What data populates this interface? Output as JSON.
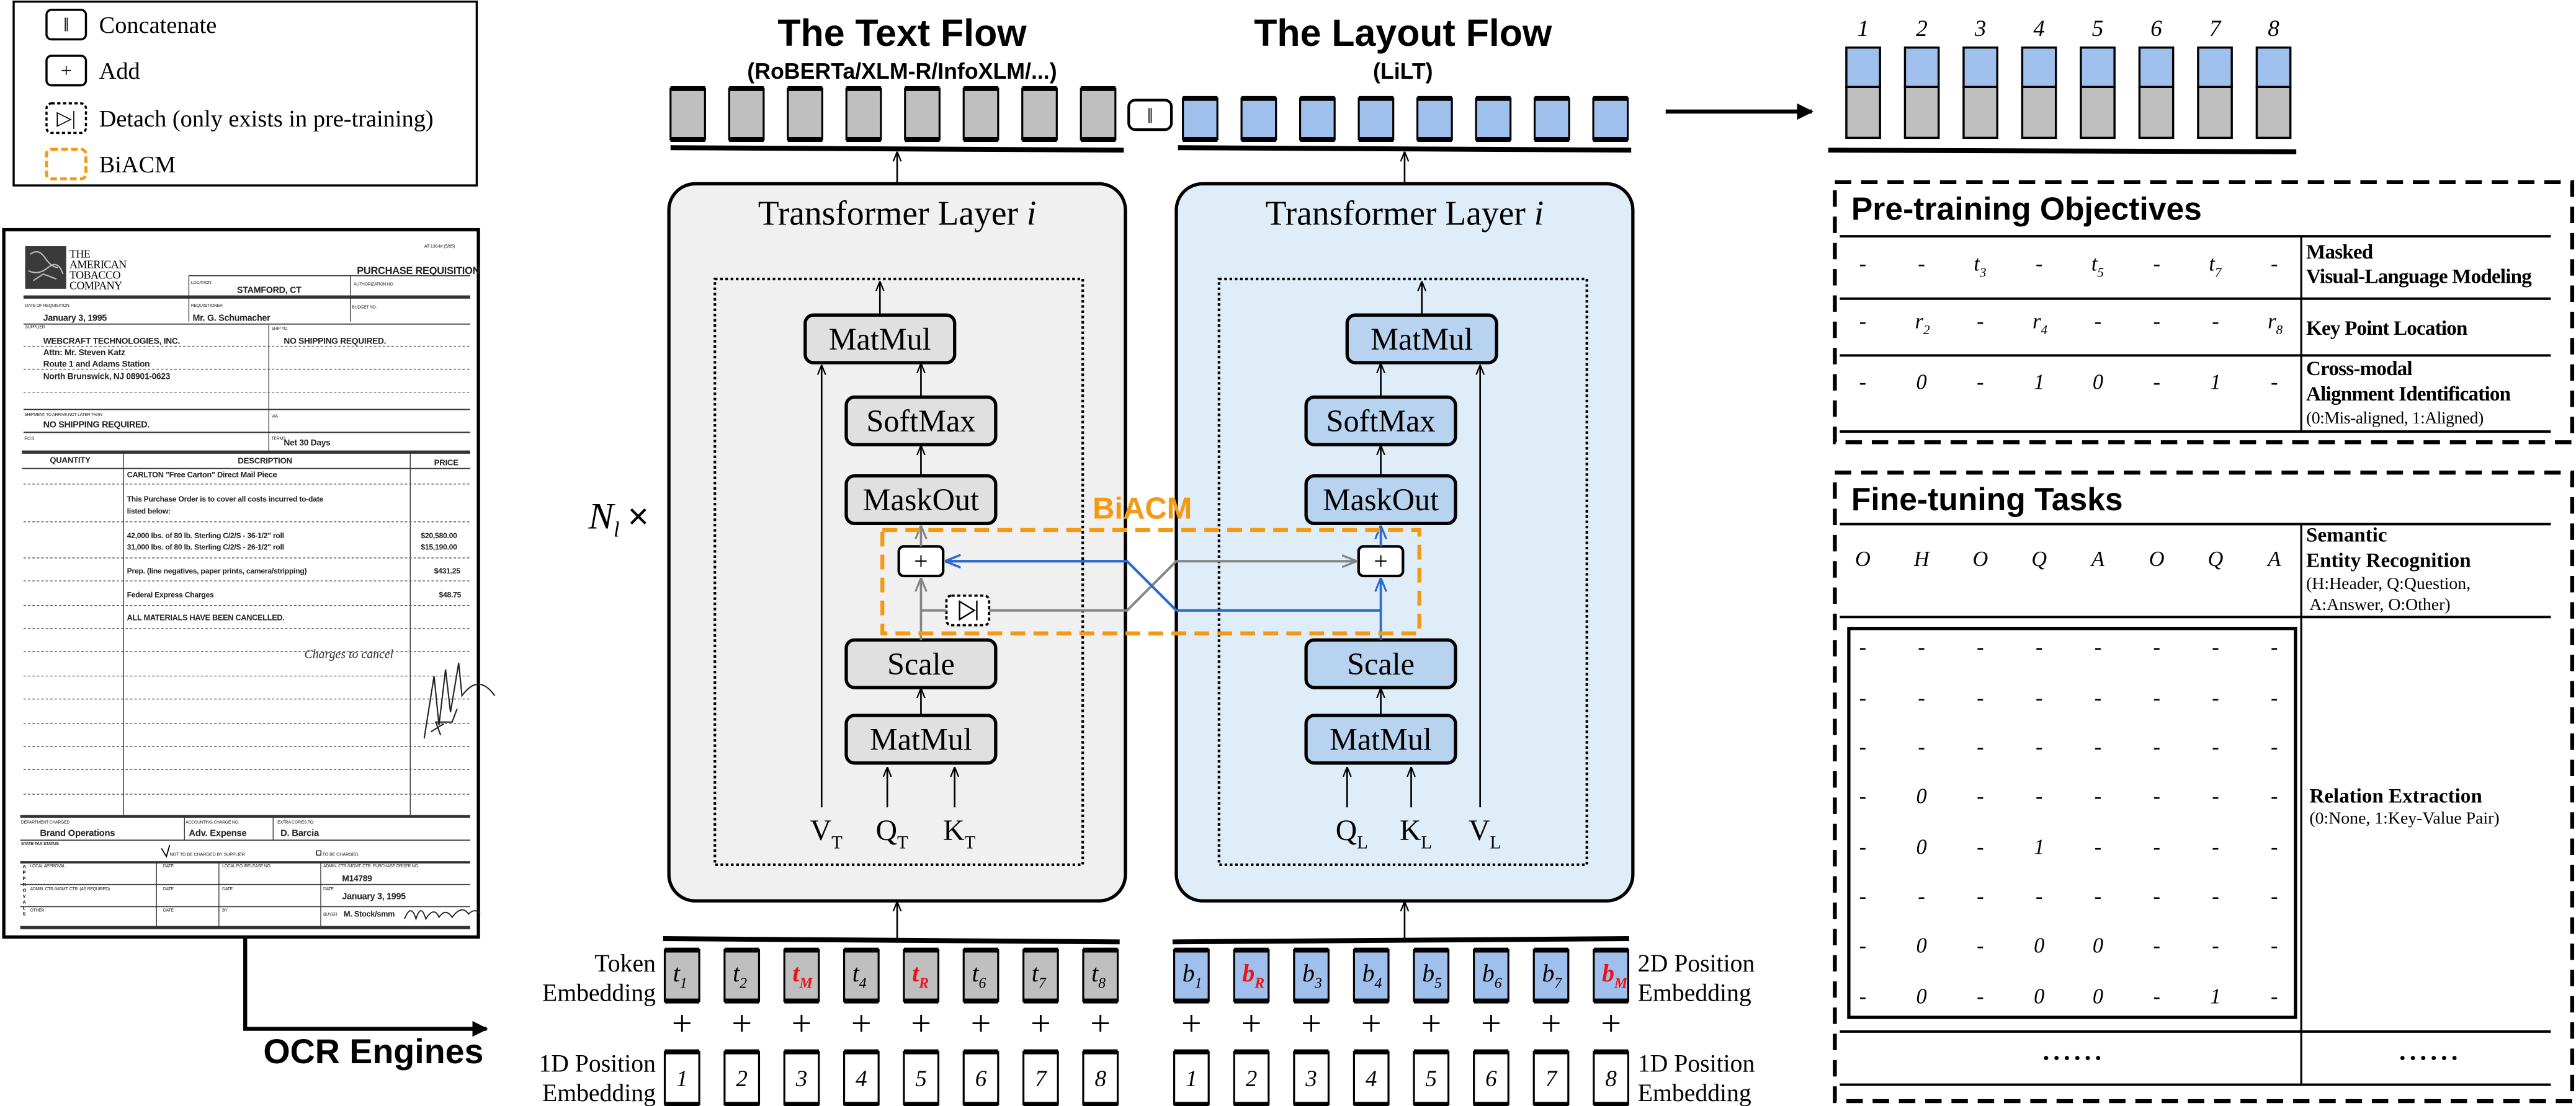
{
  "legend": {
    "items": [
      {
        "symbol": "‖",
        "label": "Concatenate"
      },
      {
        "symbol": "+",
        "label": "Add"
      },
      {
        "symbol": "▷|",
        "label": "Detach (only exists in pre-training)"
      },
      {
        "symbol": "",
        "label": "BiACM"
      }
    ]
  },
  "document": {
    "company": [
      "THE",
      "AMERICAN",
      "TOBACCO",
      "COMPANY"
    ],
    "texts": {
      "form_code": "AT 136-M (5/85)",
      "title": "PURCHASE REQUISITION",
      "label_location": "LOCATION",
      "location": "STAMFORD, CT",
      "label_auth": "AUTHORIZATION NO",
      "label_date": "DATE OF REQUISITION",
      "date": "January 3, 1995",
      "label_req": "REQUISITIONER",
      "requisitioner": "Mr. G. Schumacher",
      "label_budget": "BUDGET NO.",
      "label_supplier": "SUPPLIER",
      "label_shipto": "SHIP TO",
      "supplier0": "WEBCRAFT TECHNOLOGIES, INC.",
      "supplier1": "Attn: Mr. Steven Katz",
      "supplier2": "Route 1 and Adams Station",
      "supplier3": "North Brunswick, NJ 08901-0623",
      "ship_to": "NO SHIPPING REQUIRED.",
      "label_shipment": "SHIPMENT TO ARRIVE NOT LATER THAN",
      "shipment": "NO SHIPPING REQUIRED.",
      "label_via": "VIA",
      "label_fob": "F.O.B.",
      "label_terms": "TERMS",
      "terms": "Net 30 Days",
      "col_qty": "QUANTITY",
      "col_desc": "DESCRIPTION",
      "col_price": "PRICE",
      "desc0": "CARLTON \"Free Carton\" Direct Mail Piece",
      "desc1": "This Purchase Order is to cover all costs incurred to-date",
      "desc2": "listed below:",
      "desc3": "42,000 lbs. of 80 lb. Sterling C/2/S - 36-1/2\" roll",
      "desc4": "31,000 lbs. of 80 lb. Sterling C/2/S - 26-1/2\" roll",
      "desc5": "Prep. (line negatives, paper prints, camera/stripping)",
      "desc6": "Federal Express Charges",
      "desc7": "ALL MATERIALS HAVE BEEN CANCELLED.",
      "price3": "$20,580.00",
      "price4": "$15,190.00",
      "price5": "$431.25",
      "price6": "$48.75",
      "handwritten": "Charges to cancel",
      "label_dept": "DEPARTMENT CHARGED",
      "dept": "Brand Operations",
      "label_acct": "ACCOUNTING CHARGE NO.",
      "acct": "Adv. Expense",
      "label_copies": "EXTRA COPIES TO:",
      "copies": "D. Barcia",
      "label_tax": "STATE TAX STATUS",
      "tax_option1": "NOT TO BE CHARGED BY SUPPLIER",
      "tax_option2": "TO BE CHARGED",
      "label_local": "LOCAL APPROVAL",
      "label_date2": "DATE",
      "label_release": "LOCAL P.O./RELEASE NO.",
      "label_po": "ADMIN. CTR./MGMT. CTR. PURCHASE ORDER NO.",
      "po": "M14789",
      "label_admin": "ADMIN. CTR./MGMT. CTR. (AS REQUIRED)",
      "label_date3": "DATE",
      "label_date4": "DATE",
      "label_date5": "DATE",
      "po_date": "January 3, 1995",
      "label_other": "OTHER",
      "label_date6": "DATE",
      "label_by": "BY",
      "label_buyer": "BUYER",
      "buyer": "M. Stock/smm"
    },
    "approvals": "APPROVALS"
  },
  "ocr_label": "OCR Engines",
  "repeat_label": {
    "base": "N",
    "sub": "l",
    "times": "×"
  },
  "concat_symbol": "‖",
  "plus_symbol": "+",
  "biacm_label": "BiACM",
  "text_flow": {
    "title": "The Text Flow",
    "subtitle": "(RoBERTa/XLM-R/InfoXLM/...)",
    "layer_title": "Transformer Layer ",
    "layer_index": "i",
    "blocks": {
      "matmul_top": "MatMul",
      "softmax": "SoftMax",
      "maskout": "MaskOut",
      "scale": "Scale",
      "matmul_bottom": "MatMul"
    },
    "inputs": [
      {
        "base": "V",
        "sub": "T"
      },
      {
        "base": "Q",
        "sub": "T"
      },
      {
        "base": "K",
        "sub": "T"
      }
    ],
    "embedding_label": [
      "Token",
      "Embedding"
    ],
    "tokens": [
      {
        "base": "t",
        "sub": "1",
        "masked": false
      },
      {
        "base": "t",
        "sub": "2",
        "masked": false
      },
      {
        "base": "t",
        "sub": "M",
        "masked": true
      },
      {
        "base": "t",
        "sub": "4",
        "masked": false
      },
      {
        "base": "t",
        "sub": "R",
        "masked": true
      },
      {
        "base": "t",
        "sub": "6",
        "masked": false
      },
      {
        "base": "t",
        "sub": "7",
        "masked": false
      },
      {
        "base": "t",
        "sub": "8",
        "masked": false
      }
    ],
    "position_label": [
      "1D Position",
      "Embedding"
    ],
    "positions": [
      "1",
      "2",
      "3",
      "4",
      "5",
      "6",
      "7",
      "8"
    ]
  },
  "layout_flow": {
    "title": "The Layout Flow",
    "subtitle": "(LiLT)",
    "layer_title": "Transformer Layer ",
    "layer_index": "i",
    "blocks": {
      "matmul_top": "MatMul",
      "softmax": "SoftMax",
      "maskout": "MaskOut",
      "scale": "Scale",
      "matmul_bottom": "MatMul"
    },
    "inputs": [
      {
        "base": "Q",
        "sub": "L"
      },
      {
        "base": "K",
        "sub": "L"
      },
      {
        "base": "V",
        "sub": "L"
      }
    ],
    "embedding_label": [
      "2D Position",
      "Embedding"
    ],
    "tokens": [
      {
        "base": "b",
        "sub": "1",
        "masked": false
      },
      {
        "base": "b",
        "sub": "R",
        "masked": true
      },
      {
        "base": "b",
        "sub": "3",
        "masked": false
      },
      {
        "base": "b",
        "sub": "4",
        "masked": false
      },
      {
        "base": "b",
        "sub": "5",
        "masked": false
      },
      {
        "base": "b",
        "sub": "6",
        "masked": false
      },
      {
        "base": "b",
        "sub": "7",
        "masked": false
      },
      {
        "base": "b",
        "sub": "M",
        "masked": true
      }
    ],
    "position_label": [
      "1D Position",
      "Embedding"
    ],
    "positions": [
      "1",
      "2",
      "3",
      "4",
      "5",
      "6",
      "7",
      "8"
    ]
  },
  "output": {
    "indices": [
      "1",
      "2",
      "3",
      "4",
      "5",
      "6",
      "7",
      "8"
    ]
  },
  "pretraining": {
    "title": "Pre-training Objectives",
    "rows": [
      {
        "cells": [
          {
            "v": "-"
          },
          {
            "v": "-"
          },
          {
            "v": "t",
            "sub": "3"
          },
          {
            "v": "-"
          },
          {
            "v": "t",
            "sub": "5"
          },
          {
            "v": "-"
          },
          {
            "v": "t",
            "sub": "7"
          },
          {
            "v": "-"
          }
        ],
        "label_lines": [
          "Masked",
          "Visual-Language Modeling"
        ],
        "note": ""
      },
      {
        "cells": [
          {
            "v": "-"
          },
          {
            "v": "r",
            "sub": "2"
          },
          {
            "v": "-"
          },
          {
            "v": "r",
            "sub": "4"
          },
          {
            "v": "-"
          },
          {
            "v": "-"
          },
          {
            "v": "-"
          },
          {
            "v": "r",
            "sub": "8"
          }
        ],
        "label_lines": [
          "Key Point Location"
        ],
        "note": ""
      },
      {
        "cells": [
          {
            "v": "-"
          },
          {
            "v": "0"
          },
          {
            "v": "-"
          },
          {
            "v": "1"
          },
          {
            "v": "0"
          },
          {
            "v": "-"
          },
          {
            "v": "1"
          },
          {
            "v": "-"
          }
        ],
        "label_lines": [
          "Cross-modal",
          "Alignment Identification"
        ],
        "note": "(0:Mis-aligned, 1:Aligned)"
      }
    ]
  },
  "finetuning": {
    "title": "Fine-tuning Tasks",
    "ser": {
      "cells": [
        "O",
        "H",
        "O",
        "Q",
        "A",
        "O",
        "Q",
        "A"
      ],
      "label_lines": [
        "Semantic",
        "Entity Recognition"
      ],
      "note_lines": [
        "(H:Header, Q:Question,",
        "A:Answer, O:Other)"
      ]
    },
    "re": {
      "matrix": [
        [
          "-",
          "-",
          "-",
          "-",
          "-",
          "-",
          "-",
          "-"
        ],
        [
          "-",
          "-",
          "-",
          "-",
          "-",
          "-",
          "-",
          "-"
        ],
        [
          "-",
          "-",
          "-",
          "-",
          "-",
          "-",
          "-",
          "-"
        ],
        [
          "-",
          "0",
          "-",
          "-",
          "-",
          "-",
          "-",
          "-"
        ],
        [
          "-",
          "0",
          "-",
          "1",
          "-",
          "-",
          "-",
          "-"
        ],
        [
          "-",
          "-",
          "-",
          "-",
          "-",
          "-",
          "-",
          "-"
        ],
        [
          "-",
          "0",
          "-",
          "0",
          "0",
          "-",
          "-",
          "-"
        ],
        [
          "-",
          "0",
          "-",
          "0",
          "0",
          "-",
          "1",
          "-"
        ]
      ],
      "label": "Relation Extraction",
      "note": "(0:None, 1:Key-Value Pair)"
    },
    "ellipsis_left": "······",
    "ellipsis_right": "······"
  },
  "colors": {
    "text_token": "#bfbfbf",
    "layout_token": "#9fc0ec",
    "text_layer_bg": "#f0f0f0",
    "layout_layer_bg": "#deedf8",
    "text_block": "#e0e0e0",
    "layout_block": "#b8d3f0",
    "biacm": "#f39a12",
    "blue_path": "#2a6ac8",
    "gray_path": "#858585",
    "masked": "#e8141a"
  }
}
